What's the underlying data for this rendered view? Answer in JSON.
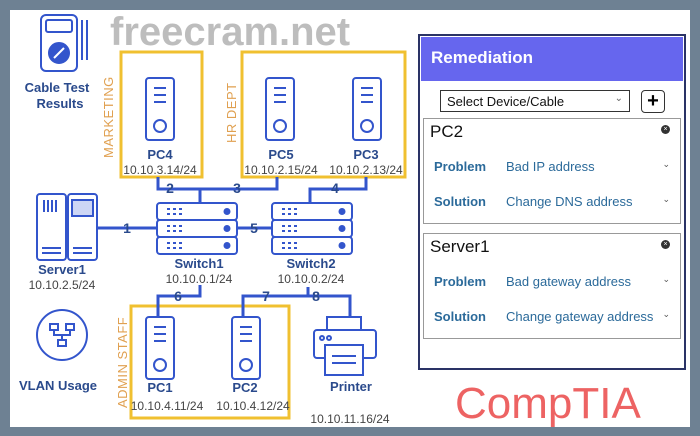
{
  "diagram": {
    "cable_test_label": [
      "Cable Test",
      "Results"
    ],
    "vlan_label": "VLAN Usage",
    "groups": {
      "marketing": "MARKETING",
      "hr": "HR DEPT",
      "admin": "ADMIN STAFF"
    },
    "devices": {
      "pc4": {
        "name": "PC4",
        "ip": "10.10.3.14/24"
      },
      "pc5": {
        "name": "PC5",
        "ip": "10.10.2.15/24"
      },
      "pc3": {
        "name": "PC3",
        "ip": "10.10.2.13/24"
      },
      "server1": {
        "name": "Server1",
        "ip": "10.10.2.5/24"
      },
      "switch1": {
        "name": "Switch1",
        "ip": "10.10.0.1/24"
      },
      "switch2": {
        "name": "Switch2",
        "ip": "10.10.0.2/24"
      },
      "pc1": {
        "name": "PC1",
        "ip": "10.10.4.11/24"
      },
      "pc2": {
        "name": "PC2",
        "ip": "10.10.4.12/24"
      },
      "printer": {
        "name": "Printer",
        "ip": "10.10.11.16/24"
      }
    },
    "cables": [
      "1",
      "2",
      "3",
      "4",
      "5",
      "6",
      "7",
      "8"
    ]
  },
  "remediation": {
    "title": "Remediation",
    "select_placeholder": "Select Device/Cable",
    "add_label": "+",
    "cards": [
      {
        "device": "PC2",
        "problem_label": "Problem",
        "problem": "Bad IP address",
        "solution_label": "Solution",
        "solution": "Change DNS address"
      },
      {
        "device": "Server1",
        "problem_label": "Problem",
        "problem": "Bad gateway address",
        "solution_label": "Solution",
        "solution": "Change gateway address"
      }
    ]
  },
  "watermarks": [
    "freecram.net",
    "CompTIA"
  ],
  "colors": {
    "accent": "#6666ee",
    "link": "#3355cc",
    "group_border": "#f0c030"
  }
}
